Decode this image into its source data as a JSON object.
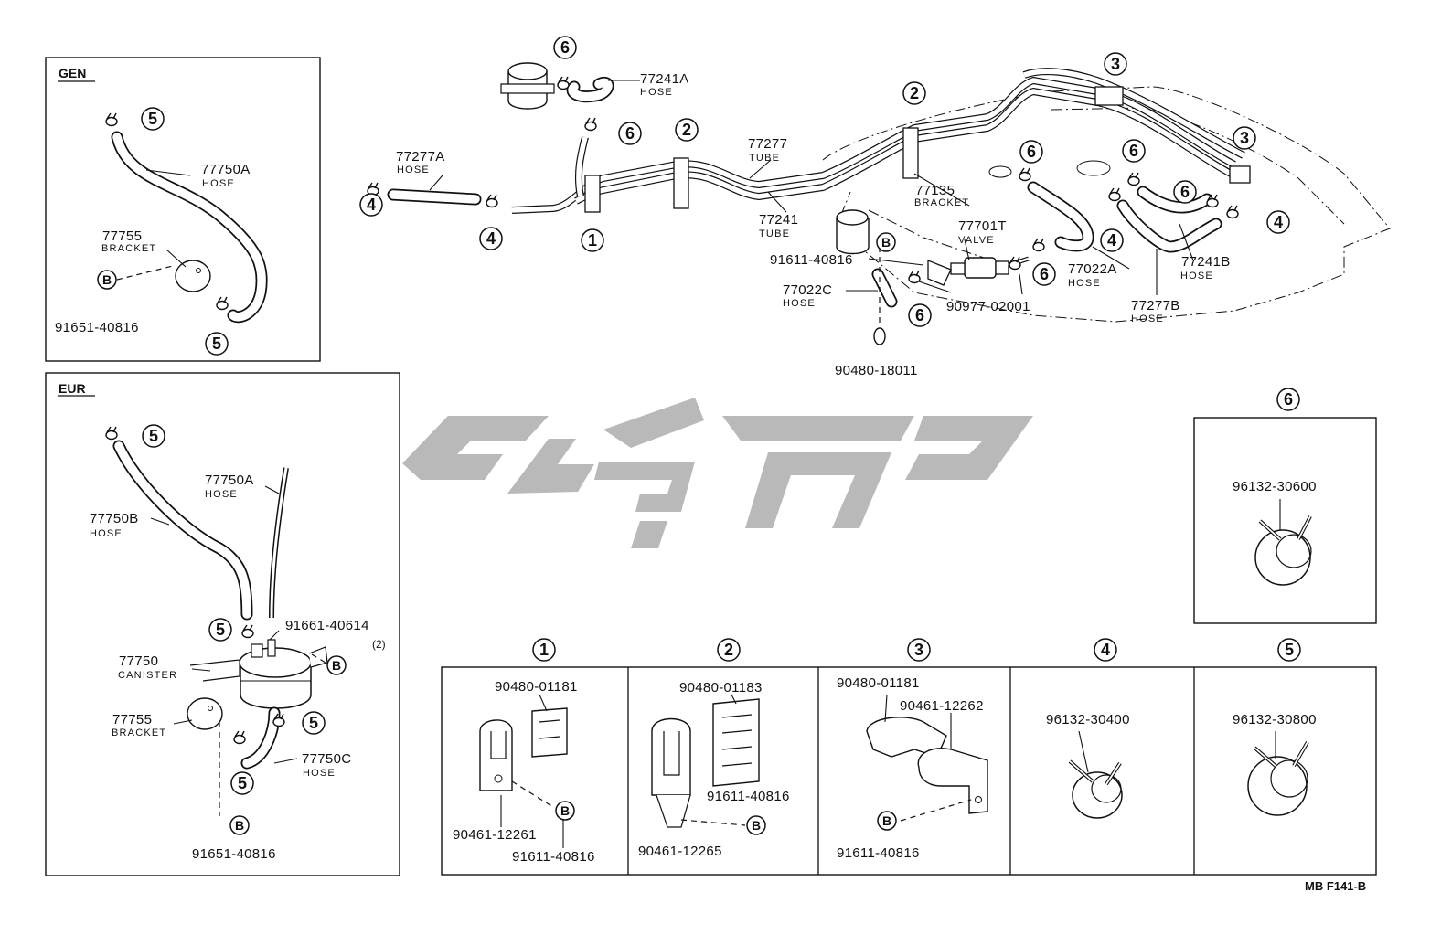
{
  "boxes": {
    "gen": {
      "label": "GEN"
    },
    "eur": {
      "label": "EUR"
    }
  },
  "parts": {
    "p77750a_gen": {
      "number": "77750A",
      "sub": "HOSE"
    },
    "p77755_gen": {
      "number": "77755",
      "sub": "BRACKET"
    },
    "p91651_gen": {
      "number": "91651-40816"
    },
    "p77750a_eur": {
      "number": "77750A",
      "sub": "HOSE"
    },
    "p77750b": {
      "number": "77750B",
      "sub": "HOSE"
    },
    "p91661": {
      "number": "91661-40614",
      "qty": "(2)"
    },
    "p77750": {
      "number": "77750",
      "sub": "CANISTER"
    },
    "p77755_eur": {
      "number": "77755",
      "sub": "BRACKET"
    },
    "p77750c": {
      "number": "77750C",
      "sub": "HOSE"
    },
    "p91651_eur": {
      "number": "91651-40816"
    },
    "p77241a": {
      "number": "77241A",
      "sub": "HOSE"
    },
    "p77277a": {
      "number": "77277A",
      "sub": "HOSE"
    },
    "p77277": {
      "number": "77277",
      "sub": "TUBE"
    },
    "p77241": {
      "number": "77241",
      "sub": "TUBE"
    },
    "p77135": {
      "number": "77135",
      "sub": "BRACKET"
    },
    "p77701t": {
      "number": "77701T",
      "sub": "VALVE"
    },
    "p91611_main": {
      "number": "91611-40816"
    },
    "p77022c": {
      "number": "77022C",
      "sub": "HOSE"
    },
    "p90480_18011": {
      "number": "90480-18011"
    },
    "p90977": {
      "number": "90977-02001"
    },
    "p77022a": {
      "number": "77022A",
      "sub": "HOSE"
    },
    "p77241b": {
      "number": "77241B",
      "sub": "HOSE"
    },
    "p77277b": {
      "number": "77277B",
      "sub": "HOSE"
    }
  },
  "details": {
    "d1": {
      "index": "1",
      "parts": [
        "90480-01181",
        "90461-12261",
        "91611-40816"
      ]
    },
    "d2": {
      "index": "2",
      "parts": [
        "90480-01183",
        "91611-40816",
        "90461-12265"
      ]
    },
    "d3": {
      "index": "3",
      "parts": [
        "90480-01181",
        "90461-12262",
        "91611-40816"
      ]
    },
    "d4": {
      "index": "4",
      "parts": [
        "96132-30400"
      ]
    },
    "d5": {
      "index": "5",
      "parts": [
        "96132-30800"
      ]
    },
    "d6": {
      "index": "6",
      "parts": [
        "96132-30600"
      ]
    }
  },
  "callouts": {
    "c1": "1",
    "c2": "2",
    "c3": "3",
    "c4": "4",
    "c5": "5",
    "c6": "6",
    "b": "B"
  },
  "figure_ref": "MB F141-B"
}
